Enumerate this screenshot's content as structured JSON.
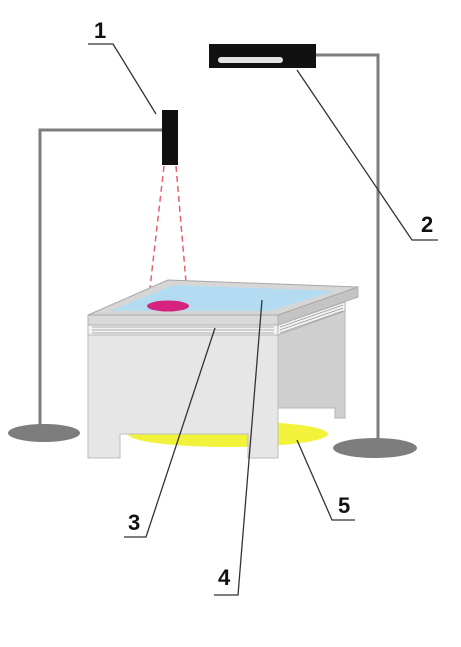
{
  "labels": {
    "l1": "1",
    "l2": "2",
    "l3": "3",
    "l4": "4",
    "l5": "5"
  },
  "colors": {
    "liquid": "#b3dcf3",
    "spot": "#d6237e",
    "beam": "#e8606a",
    "projection": "#f3f23a",
    "box_front": "#e6e6e6",
    "box_side": "#cfcfcf",
    "stand": "#7d7d7d",
    "device": "#111111",
    "line": "#333333"
  }
}
